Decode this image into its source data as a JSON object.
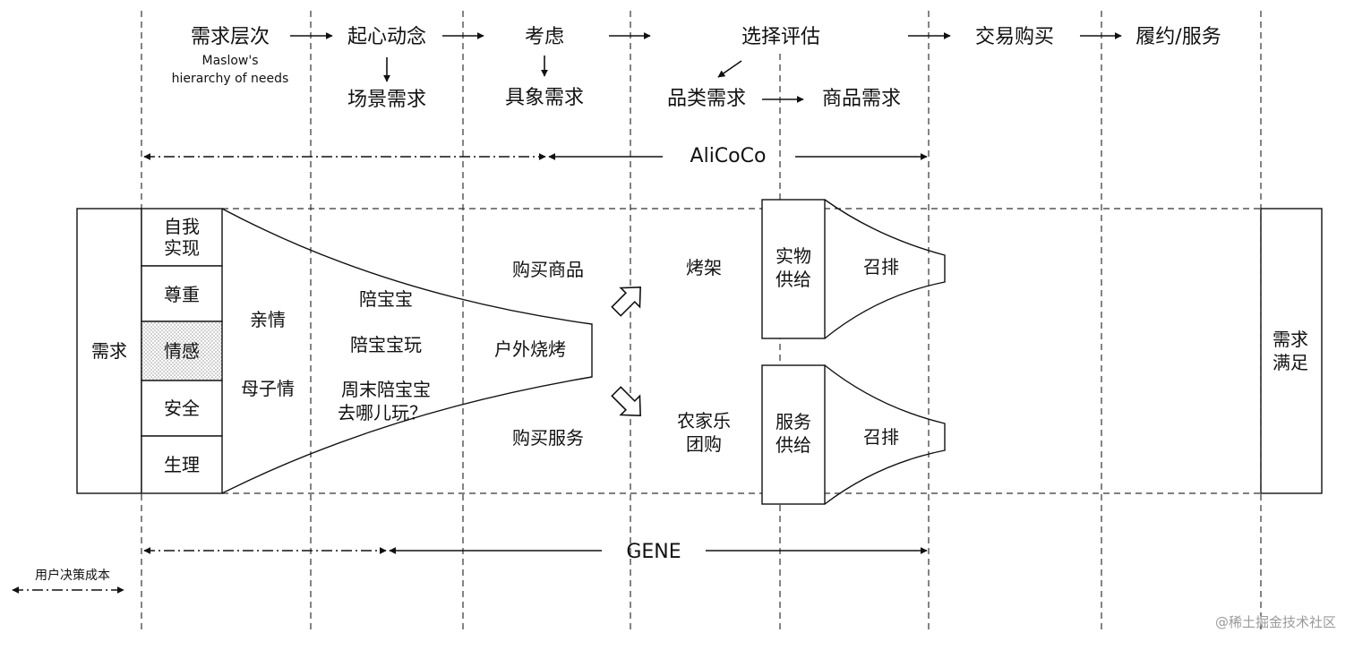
{
  "top_flow": {
    "stage_1": "需求层次",
    "stage_1_sub_line1": "Maslow's",
    "stage_1_sub_line2": "hierarchy of needs",
    "stage_2": "起心动念",
    "stage_2_sub": "场景需求",
    "stage_3": "考虑",
    "stage_3_sub": "具象需求",
    "stage_4": "选择评估",
    "stage_4_sub_a": "品类需求",
    "stage_4_sub_b": "商品需求",
    "stage_5": "交易购买",
    "stage_6": "履约/服务"
  },
  "ranges": {
    "alicoco": "AliCoCo",
    "gene": "GENE",
    "cost_legend": "用户决策成本"
  },
  "left_box": "需求",
  "maslow_levels": [
    "自我实现",
    "尊重",
    "情感",
    "安全",
    "生理"
  ],
  "funnel": {
    "emotion_1": "亲情",
    "emotion_2": "母子情",
    "scene_1": "陪宝宝",
    "scene_2": "陪宝宝玩",
    "scene_3_line1": "周末陪宝宝",
    "scene_3_line2": "去哪儿玩？",
    "concrete": "户外烧烤",
    "buy_goods": "购买商品",
    "buy_service": "购买服务"
  },
  "category_1": "烤架",
  "category_2_line1": "农家乐",
  "category_2_line2": "团购",
  "supply_1_line1": "实物",
  "supply_1_line2": "供给",
  "supply_2_line1": "服务",
  "supply_2_line2": "供给",
  "recall_1": "召排",
  "recall_2": "召排",
  "right_box_line1": "需求",
  "right_box_line2": "满足",
  "watermark": "@稀土掘金技术社区",
  "colors": {
    "line": "#111111",
    "dotted_fill": "#cfcfcf",
    "watermark": "#9a9a9a"
  }
}
